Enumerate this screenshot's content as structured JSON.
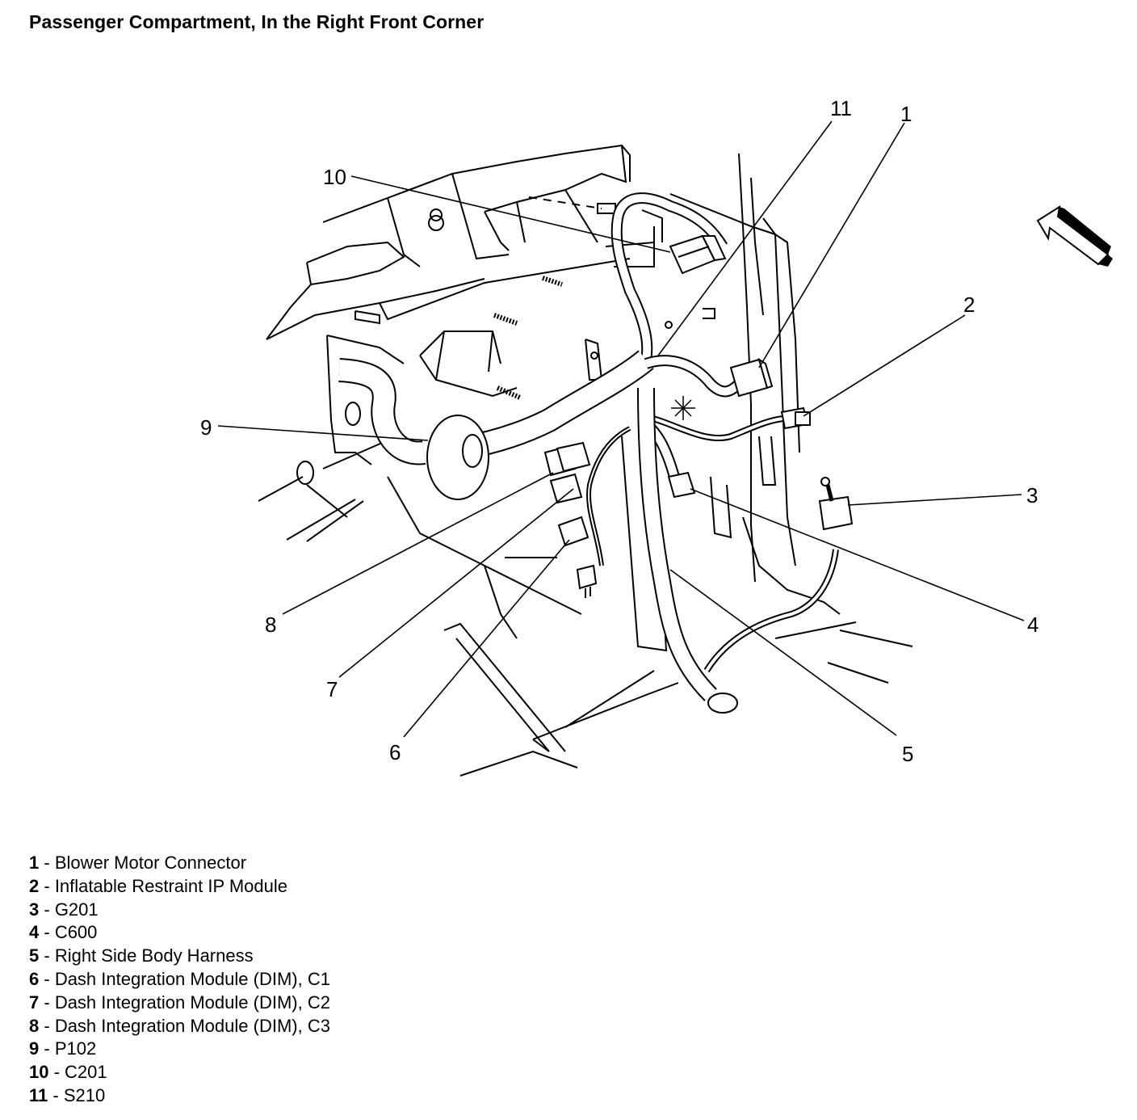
{
  "title": "Passenger Compartment, In the Right Front Corner",
  "callouts": [
    "1",
    "2",
    "3",
    "4",
    "5",
    "6",
    "7",
    "8",
    "9",
    "10",
    "11"
  ],
  "legend": [
    {
      "num": "1",
      "sep": " - ",
      "text": "Blower Motor Connector"
    },
    {
      "num": "2",
      "sep": " - ",
      "text": "Inflatable Restraint IP Module"
    },
    {
      "num": "3",
      "sep": " - ",
      "text": "G201"
    },
    {
      "num": "4",
      "sep": " - ",
      "text": "C600"
    },
    {
      "num": "5",
      "sep": " - ",
      "text": "Right Side Body Harness"
    },
    {
      "num": "6",
      "sep": " - ",
      "text": "Dash Integration Module (DIM), C1"
    },
    {
      "num": "7",
      "sep": " - ",
      "text": "Dash Integration Module (DIM), C2"
    },
    {
      "num": "8",
      "sep": " - ",
      "text": "Dash Integration Module (DIM), C3"
    },
    {
      "num": "9",
      "sep": " - ",
      "text": "P102"
    },
    {
      "num": "10",
      "sep": " - ",
      "text": "C201"
    },
    {
      "num": "11",
      "sep": " - ",
      "text": "S210"
    }
  ]
}
